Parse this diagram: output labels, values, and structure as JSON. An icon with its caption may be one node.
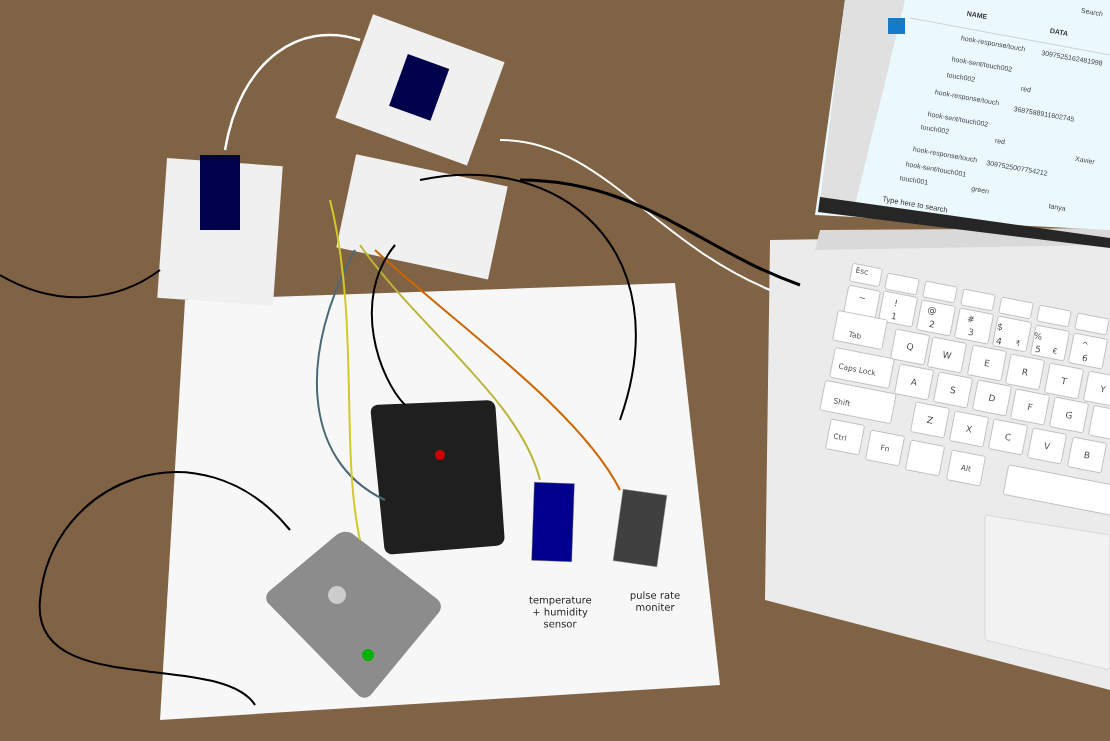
{
  "diagram": {
    "nodes": [
      {
        "text": [],
        "shape": "box",
        "beside": [
          "temperature + humidity sensor"
        ]
      },
      {
        "text": [],
        "shape": "box",
        "beside": [
          "pulse rate moniter"
        ]
      }
    ],
    "labels": [
      "Search",
      "NAME",
      "DATA",
      "hook-response/touch",
      "3097525162481998",
      "hook-sent/touch002",
      "touch002",
      "red",
      "hook-response/touch",
      "3687588911602745",
      "hook-sent/touch002",
      "touch002",
      "red",
      "Xavier",
      "hook-response/touch",
      "3097525007754212",
      "hook-sent/touch001",
      "touch001",
      "green",
      "Type here to search",
      "tanya",
      "Esc",
      "~",
      "!",
      "1",
      "@",
      "2",
      "#",
      "3",
      "$",
      "4",
      "₹",
      "%",
      "5",
      "€",
      "^",
      "6",
      "Tab",
      "Q",
      "W",
      "E",
      "R",
      "T",
      "Y",
      "Caps Lock",
      "A",
      "S",
      "D",
      "F",
      "G",
      "Shift",
      "Z",
      "X",
      "C",
      "V",
      "B",
      "Ctrl",
      "Fn",
      "Alt"
    ]
  }
}
